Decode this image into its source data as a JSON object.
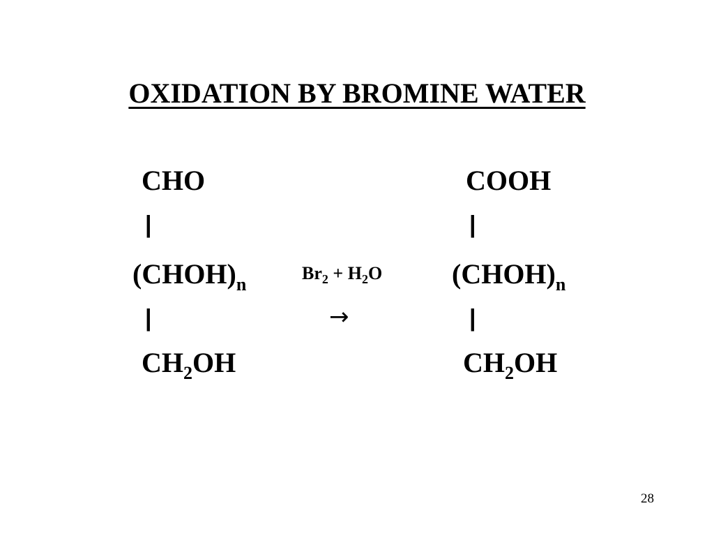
{
  "slide": {
    "title": "OXIDATION BY BROMINE WATER",
    "page_number": "28"
  },
  "reactant": {
    "top": "CHO",
    "bond": "|",
    "middle_main": "(CHOH)",
    "middle_sub": "n",
    "bottom_pre": "CH",
    "bottom_sub": "2",
    "bottom_post": "OH"
  },
  "reagent": {
    "br": "Br",
    "br_sub": "2",
    "plus": " + H",
    "h_sub": "2",
    "o": "O",
    "arrow": "→"
  },
  "product": {
    "top": "COOH",
    "bond": "|",
    "middle_main": "(CHOH)",
    "middle_sub": "n",
    "bottom_pre": "CH",
    "bottom_sub": "2",
    "bottom_post": "OH"
  }
}
